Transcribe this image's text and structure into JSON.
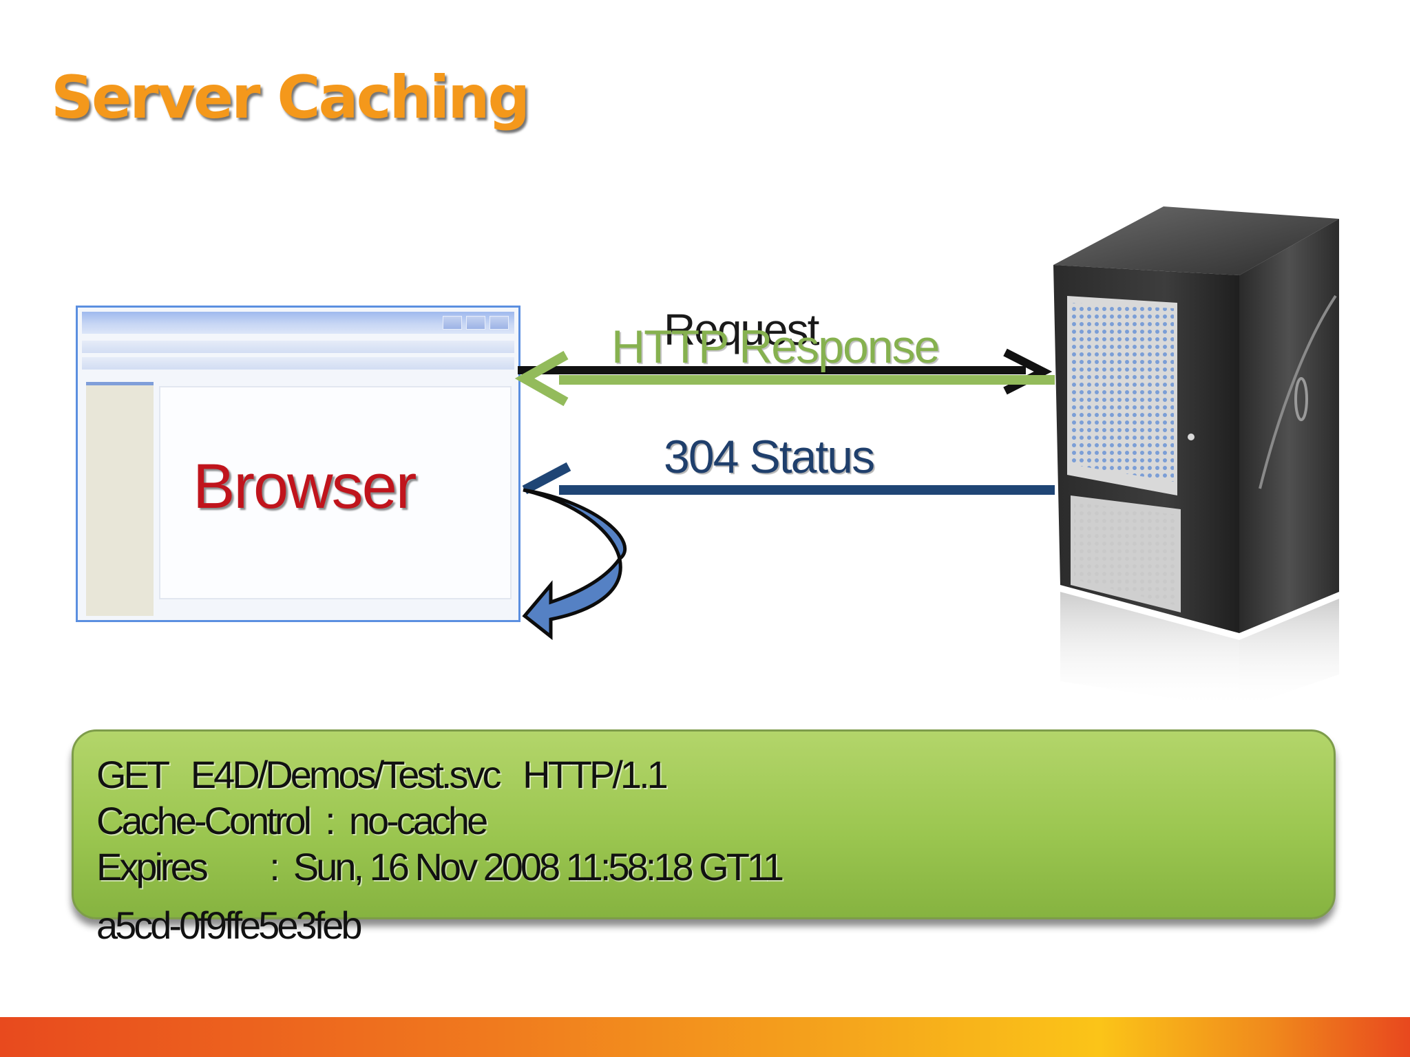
{
  "slide": {
    "title": "Server Caching"
  },
  "browser": {
    "label": "Browser"
  },
  "arrows": {
    "request_label": "Request",
    "response_label": "HTTP Response",
    "status_label": "304 Status"
  },
  "header_box": {
    "lines": [
      "GET   E4D/Demos/Test.svc   HTTP/1.1",
      "Cache-Control  :  no-cache",
      "Expires        :  Sun, 16 Nov 2008 11:58:18 GT11"
    ],
    "overflow_line": "a5cd-0f9ffe5e3feb"
  },
  "colors": {
    "title": "#f4981b",
    "browser_label": "#c0141c",
    "response": "#86b14f",
    "status": "#1f3f6c",
    "header_box": "#9bc650"
  }
}
